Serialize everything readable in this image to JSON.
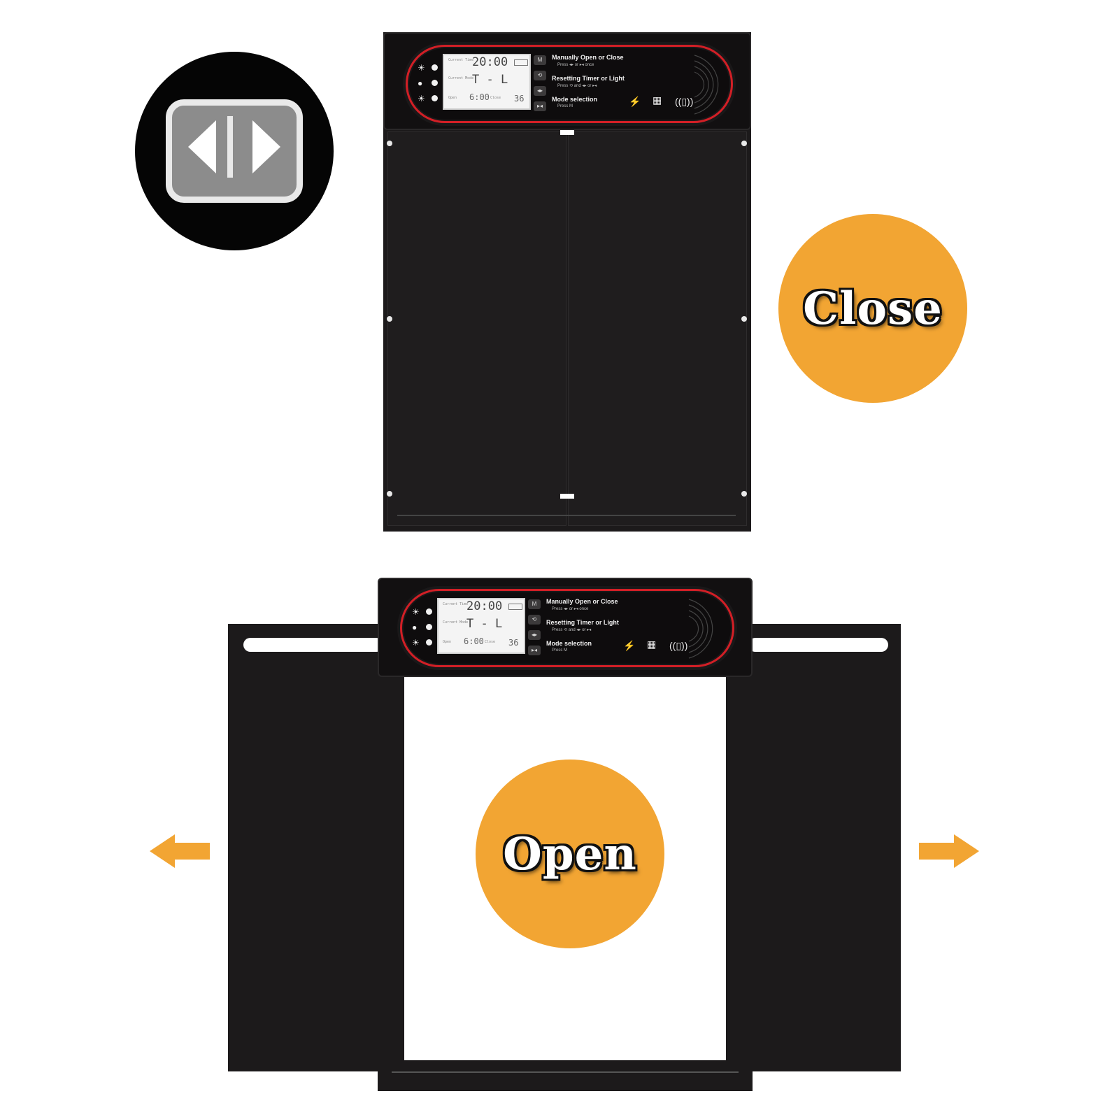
{
  "labels": {
    "close": "Close",
    "open": "Open"
  },
  "control_panel": {
    "lcd": {
      "time": "20:00",
      "row1_label": "Current Time",
      "row2_label": "Current Mode",
      "mode_display": "T - L",
      "open_label": "Open",
      "close_label": "Close",
      "open_value": "6:00",
      "close_value": "36"
    },
    "buttons": [
      "M",
      "⟲",
      "◂▸",
      "▸◂"
    ],
    "instructions": [
      {
        "title": "Manually Open or Close",
        "sub": "Press ◂▸ or ▸◂ once"
      },
      {
        "title": "Resetting Timer or Light",
        "sub": "Press ⟲ and ◂▸ or ▸◂"
      },
      {
        "title": "Mode selection",
        "sub": "Press M"
      }
    ],
    "features": [
      {
        "icon": "battery-icon",
        "label": "Lithium Battery"
      },
      {
        "icon": "solar-panel-icon",
        "label": "Solar Energy"
      },
      {
        "icon": "remote-icon",
        "label": "Remote Control"
      }
    ]
  },
  "colors": {
    "accent_orange": "#f2a533",
    "panel_red": "#d21f26",
    "door_black": "#1c1a1b"
  },
  "icons": {
    "mode_badge": "open-close-button-icon",
    "left_arrow": "arrow-left-icon",
    "right_arrow": "arrow-right-icon"
  }
}
